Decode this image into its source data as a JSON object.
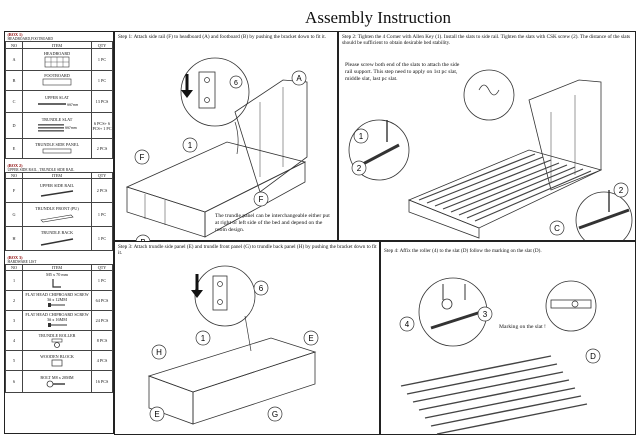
{
  "title": "Assembly Instruction",
  "parts_table": {
    "boxes": [
      {
        "label": "(BOX 1)",
        "subtitle": "HEADBOARD,FOOTBOARD",
        "headers": [
          "NO",
          "ITEM",
          "QTY"
        ],
        "rows": [
          {
            "no": "A",
            "item": "HEADBOARD",
            "qty": "1 PC"
          },
          {
            "no": "B",
            "item": "FOOTBOARD",
            "qty": "1 PC"
          },
          {
            "no": "C",
            "item": "UPPER SLAT",
            "qty": "13 PCS",
            "dim": "997mm"
          },
          {
            "no": "D",
            "item": "TRUNDLE SLAT",
            "qty": "6 PCS+ 6 PCS+ 1 PC",
            "dim": "997mm"
          },
          {
            "no": "E",
            "item": "TRUNDLE SIDE PANEL",
            "qty": "2 PCS"
          }
        ]
      },
      {
        "label": "(BOX 2)",
        "subtitle": "UPPER SIDE RAIL , TRUNDLE SIDE RAIL",
        "headers": [
          "NO",
          "ITEM",
          "QTY"
        ],
        "rows": [
          {
            "no": "F",
            "item": "UPPER SIDE RAIL",
            "qty": "2 PCS"
          },
          {
            "no": "G",
            "item": "TRUNDLE FRONT (PU)",
            "qty": "1 PC"
          },
          {
            "no": "H",
            "item": "TRUNDLE BACK",
            "qty": "1 PC"
          }
        ]
      },
      {
        "label": "(BOX 3)",
        "subtitle": "HARDWARE LIST",
        "headers": [
          "NO",
          "ITEM",
          "QTY"
        ],
        "rows": [
          {
            "no": "1",
            "item": "M5 x 70 mm",
            "qty": "1 PC"
          },
          {
            "no": "2",
            "item": "FLAT HEAD CHIPBOARD SCREW 3# x 12MM",
            "qty": "64 PCS"
          },
          {
            "no": "3",
            "item": "FLAT HEAD CHIPBOARD SCREW 3# x 16MM",
            "qty": "24 PCS"
          },
          {
            "no": "4",
            "item": "TRUNDLE ROLLER",
            "qty": "8 PCS"
          },
          {
            "no": "5",
            "item": "WOODEN BLOCK",
            "qty": "4 PCS"
          },
          {
            "no": "6",
            "item": "BOLT M8 x 20MM",
            "qty": "16 PCS"
          }
        ]
      }
    ]
  },
  "steps": {
    "step1": {
      "text": "Step 1: Attach side rail (F) to headboard (A) and footboard (B) by pushing the bracket down to fit it.",
      "note": "The trundle panel can be interchangeable either put at right or left side of the bed and depend on the room design.",
      "callouts": [
        "A",
        "B",
        "F",
        "F",
        "1",
        "6"
      ]
    },
    "step2": {
      "text": "Step 2: Tighten the 4 Corner with Allen Key (1). Install the slats to side rail. Tighten the slats with CSK screw (2). The distance of the slats should be sufficient to obtain desirable bed stability.",
      "note": "Please screw both end of the slats to attach the side rail support. This step need to apply on 1st pc slat, middle slat, last pc slat.",
      "callouts": [
        "1",
        "2",
        "2",
        "C"
      ]
    },
    "step3": {
      "text": "Step 3: Attach trundle side panel (E) and trundle front panel (G) to trundle back panel (H) by pushing the bracket down to fit it.",
      "callouts": [
        "6",
        "1",
        "H",
        "E",
        "E",
        "G"
      ]
    },
    "step4": {
      "text": "Step 4: Affix the roller (4) to the slat (D) follow the marking on the slat (D).",
      "note": "Marking on the slat !",
      "callouts": [
        "4",
        "3",
        "D"
      ]
    }
  }
}
